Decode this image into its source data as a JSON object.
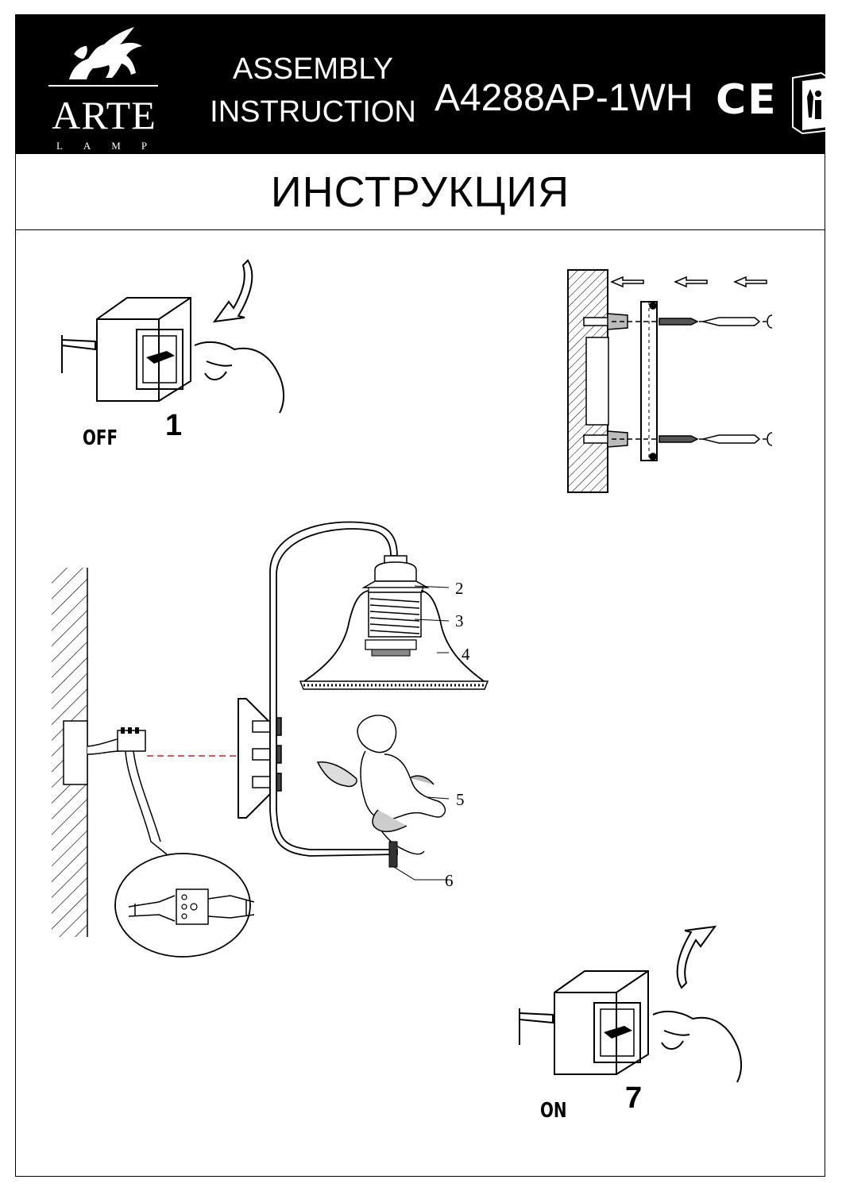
{
  "header": {
    "brand_name": "ARTE",
    "brand_sub": "LAMP",
    "assembly_line1": "ASSEMBLY",
    "assembly_line2": "INSTRUCTION",
    "model": "A4288AP-1WH",
    "ce_mark": "CE",
    "info_icon": "manual-info-icon"
  },
  "title": "ИНСТРУКЦИЯ",
  "step1": {
    "number": "1",
    "switch_label": "OFF"
  },
  "step7": {
    "number": "7",
    "switch_label": "ON"
  },
  "parts": [
    "2",
    "3",
    "4",
    "5",
    "6"
  ],
  "colors": {
    "header_bg": "#000000",
    "header_text": "#ffffff",
    "dash_line": "#cc2222"
  }
}
